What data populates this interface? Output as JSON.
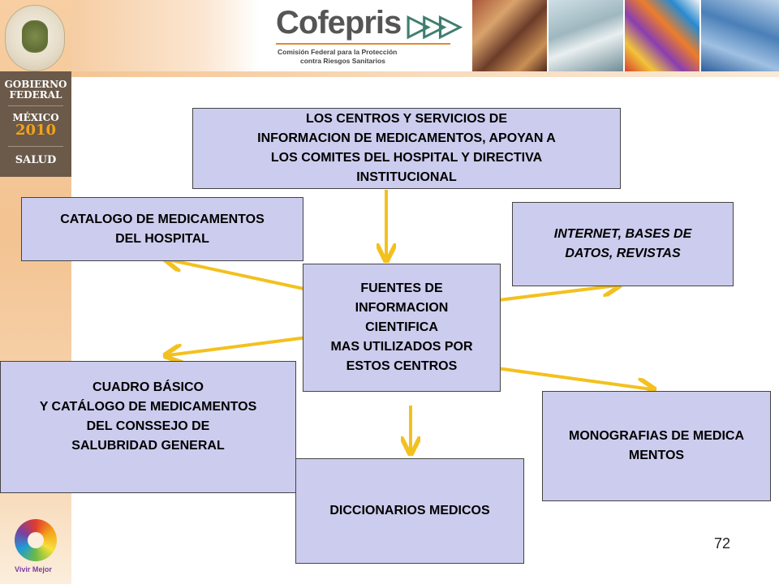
{
  "header": {
    "logo_name": "Cofepris",
    "logo_subtitle_line1": "Comisión Federal para la Protección",
    "logo_subtitle_line2": "contra Riesgos Sanitarios"
  },
  "sidebar": {
    "gobierno": "GOBIERNO\nFEDERAL",
    "mexico": "MÉXICO",
    "year": "2010",
    "salud": "SALUD",
    "vivir_mejor": "Vivir Mejor"
  },
  "diagram": {
    "top_box": "LOS CENTROS  Y SERVICIOS DE\n INFORMACION DE MEDICAMENTOS, APOYAN A\nLOS COMITES DEL HOSPITAL Y DIRECTIVA\nINSTITUCIONAL",
    "center_box": "FUENTES DE\nINFORMACION\nCIENTIFICA\nMAS UTILIZADOS POR\nESTOS CENTROS",
    "catalogo": "CATALOGO DE MEDICAMENTOS\nDEL HOSPITAL",
    "internet": "INTERNET, BASES DE\nDATOS, REVISTAS",
    "cuadro": "CUADRO BÁSICO\nY CATÁLOGO DE MEDICAMENTOS\nDEL CONSSEJO DE\nSALUBRIDAD GENERAL",
    "monografias": "MONOGRAFIAS DE MEDICA\nMENTOS",
    "diccionarios": "DICCIONARIOS MEDICOS"
  },
  "colors": {
    "box_fill": "#ccccee",
    "arrow": "#f3c11e"
  },
  "page_number": "72"
}
